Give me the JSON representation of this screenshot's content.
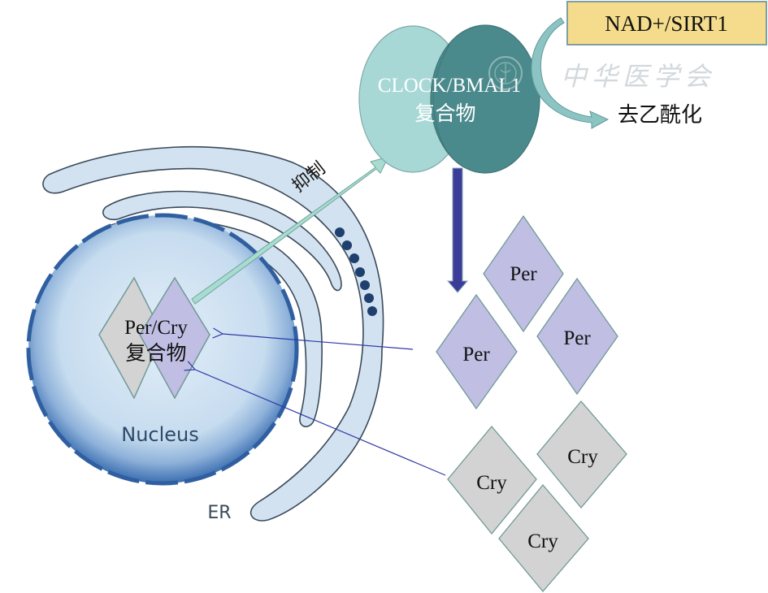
{
  "labels": {
    "nad_sirt1": "NAD+/SIRT1",
    "deacetylation": "去乙酰化",
    "clock_bmal1_line1": "CLOCK/BMAL1",
    "clock_bmal1_line2": "复合物",
    "inhibit": "抑制",
    "per_cry_line1": "Per/Cry",
    "per_cry_line2": "复合物",
    "nucleus": "Nucleus",
    "er": "ER",
    "watermark": "中华医学会"
  },
  "per_proteins": [
    "Per",
    "Per",
    "Per"
  ],
  "cry_proteins": [
    "Cry",
    "Cry",
    "Cry"
  ],
  "colors": {
    "nad_box_fill": "#F5DC8C",
    "nad_box_stroke": "#7F9FA3",
    "clock_fill": "#A8D8D6",
    "bmal1_fill": "#4A8A8C",
    "per_fill": "#C0BEE3",
    "cry_fill": "#D3D3D3",
    "diamond_stroke": "#6F9A96",
    "inhibit_arrow": "#A8DCD0",
    "transcription_arrow": "#3B3D99",
    "import_arrow": "#2F3AA8",
    "nucleus_edge": "#3A6DB0",
    "nucleus_core": "#D6E6F4",
    "er_fill": "#D2E2F0",
    "ribosome": "#1F3F6E"
  }
}
